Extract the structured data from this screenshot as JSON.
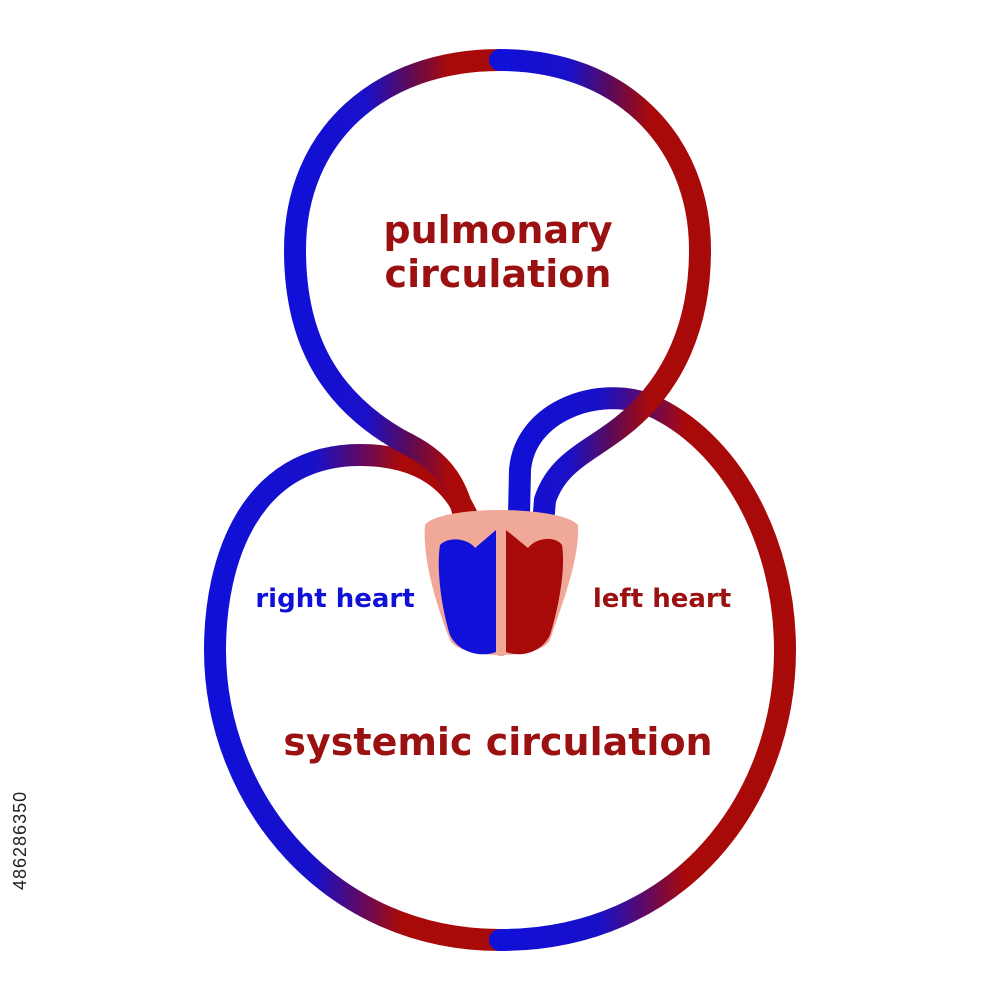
{
  "colors": {
    "deoxygenated": "#1010d8",
    "oxygenated": "#a80a0a",
    "transition": "#5a0a5a",
    "heart_tissue": "#f0a898",
    "label": "#9b1111"
  },
  "labels": {
    "pulmonary_line1": "pulmonary",
    "pulmonary_line2": "circulation",
    "right_heart": "right heart",
    "left_heart": "left heart",
    "systemic": "systemic circulation"
  },
  "watermark": {
    "stock_id": "486286350"
  }
}
